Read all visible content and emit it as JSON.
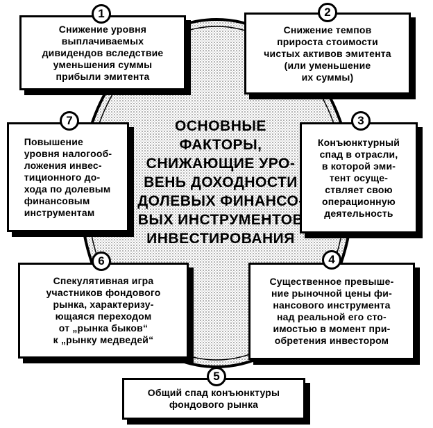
{
  "center_title": "ОСНОВНЫЕ ФАКТОРЫ,\nСНИЖАЮЩИЕ УРО-\nВЕНЬ ДОХОДНОСТИ\nДОЛЕВЫХ ФИНАНСО-\nВЫХ ИНСТРУМЕНТОВ\nИНВЕСТИРОВАНИЯ",
  "factors": [
    {
      "number": "1",
      "text": "Снижение уровня\nвыплачиваемых\nдивидендов вследствие\nуменьшения суммы\nприбыли эмитента"
    },
    {
      "number": "2",
      "text": "Снижение темпов\nприроста стоимости\nчистых активов эмитента\n(или уменьшение\nих суммы)"
    },
    {
      "number": "3",
      "text": "Конъюнктурный\nспад в отрасли,\nв которой эми-\nтент осуще-\nствляет свою\nоперационную\nдеятельность"
    },
    {
      "number": "4",
      "text": "Существенное превыше-\nние рыночной цены фи-\nнансового инструмента\nнад реальной его сто-\nимостью в момент при-\nобретения инвестором"
    },
    {
      "number": "5",
      "text": "Общий спад конъюнктуры\nфондового рынка"
    },
    {
      "number": "6",
      "text": "Спекулятивная игра\nучастников фондового\nрынка, характеризу-\nющаяся переходом\nот „рынка быков“\nк „рынку медведей“"
    },
    {
      "number": "7",
      "text": "Повышение\nуровня налогооб-\nложения инвес-\nтиционного до-\nхода по долевым\nфинансовым\nинструментам"
    }
  ]
}
